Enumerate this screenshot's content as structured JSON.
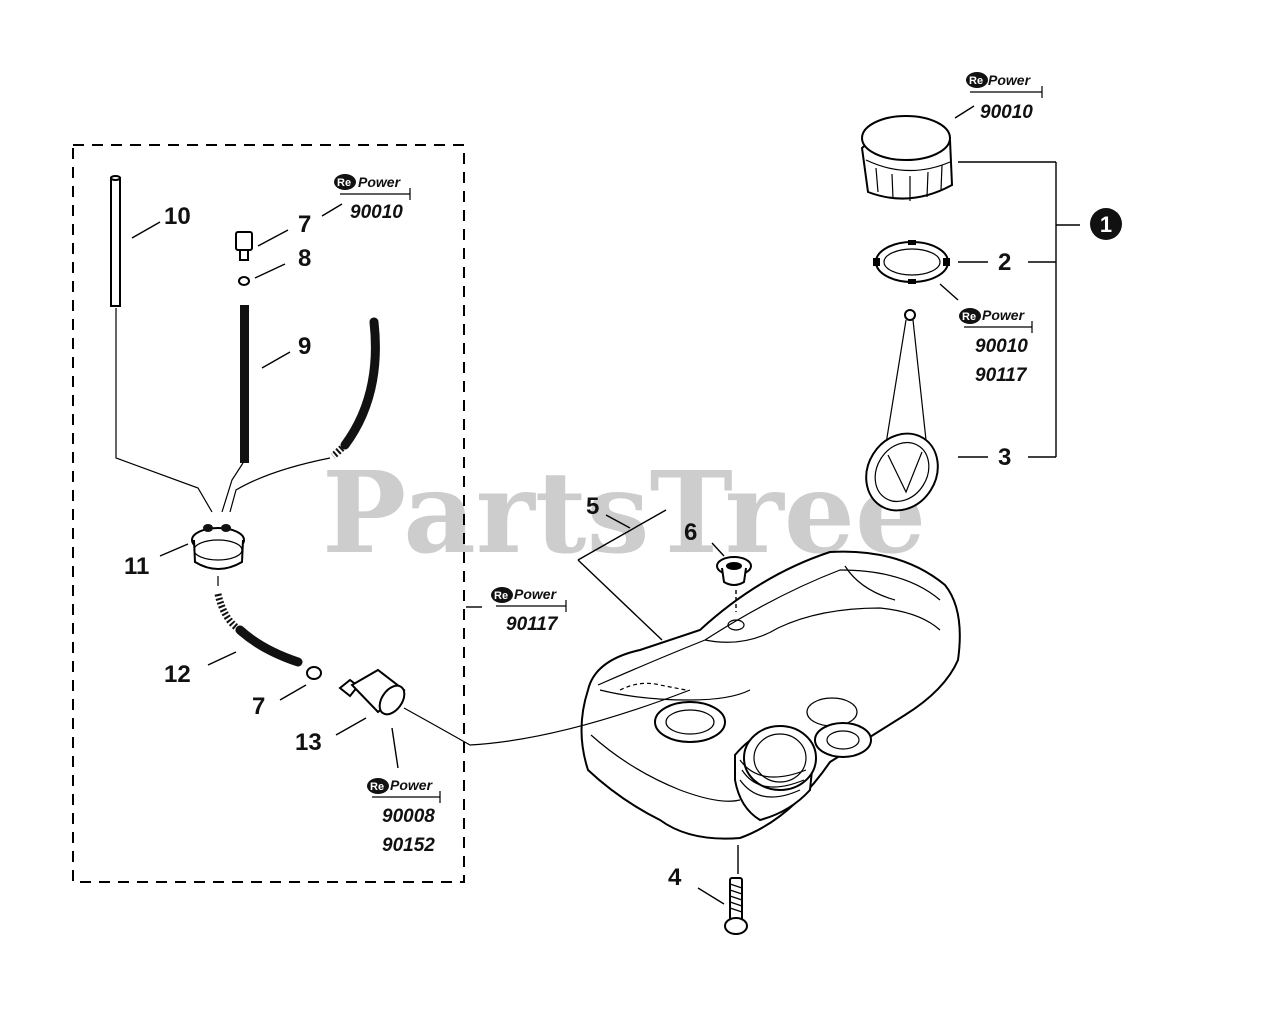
{
  "watermark": "PartsTree",
  "repower_logo": {
    "re": "Re",
    "power": "Power"
  },
  "callouts": {
    "n1": "1",
    "n2": "2",
    "n3": "3",
    "n4": "4",
    "n5": "5",
    "n6": "6",
    "n7a": "7",
    "n7b": "7",
    "n8": "8",
    "n9": "9",
    "n10": "10",
    "n11": "11",
    "n12": "12",
    "n13": "13"
  },
  "kit_codes": {
    "cap": [
      "90010"
    ],
    "gasket": [
      "90010",
      "90117"
    ],
    "fuel_line_kit": [
      "90010"
    ],
    "tank": [
      "90117"
    ],
    "filter": [
      "90008",
      "90152"
    ]
  }
}
